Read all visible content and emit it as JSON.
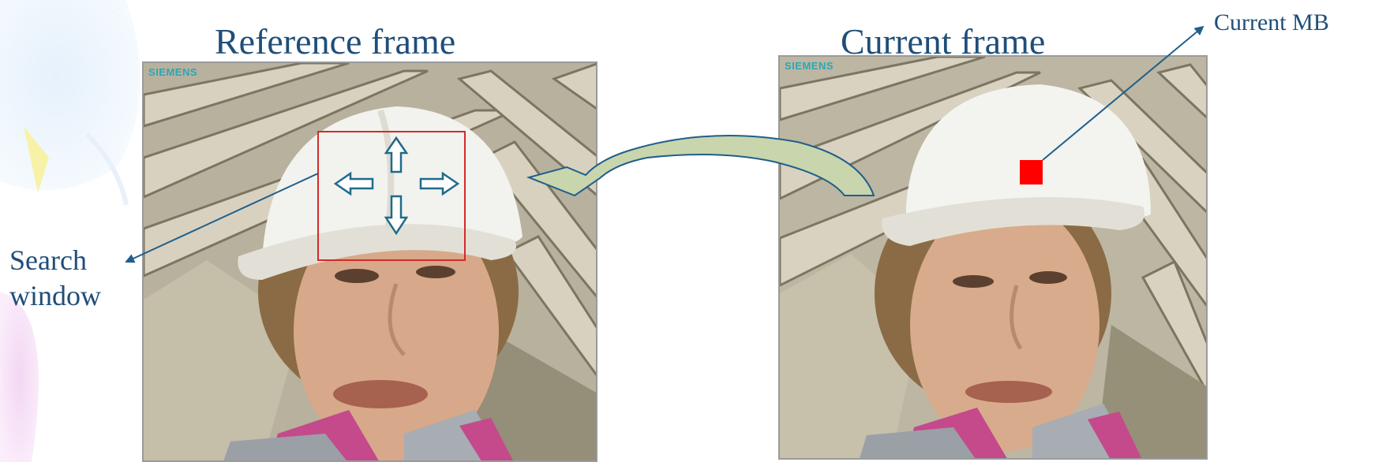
{
  "reference_frame": {
    "title": "Reference frame",
    "logo": "SIEMENS"
  },
  "current_frame": {
    "title": "Current frame",
    "logo": "SIEMENS"
  },
  "annotations": {
    "search_window_line1": "Search",
    "search_window_line2": "window",
    "current_mb": "Current MB"
  },
  "colors": {
    "text": "#1f4e79",
    "search_window_box": "#d42a2a",
    "current_mb_block": "#ff0000",
    "pointer_line": "#1f5f8b",
    "curved_arrow_fill": "#c9d5ad",
    "direction_arrow_outline": "#1f6a8a"
  }
}
